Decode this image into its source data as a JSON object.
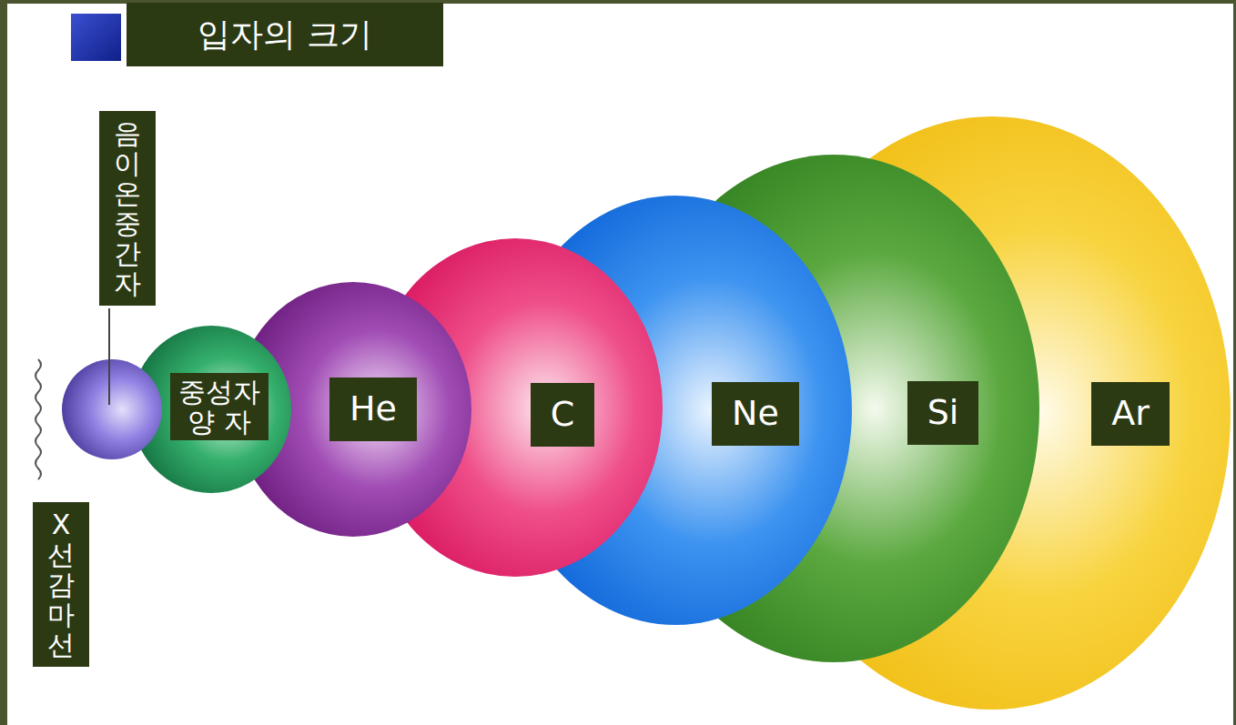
{
  "diagram": {
    "title": "입자의 크기",
    "nodes": [
      {
        "text": [
          "음이온중간자"
        ]
      },
      {
        "text": [
          "중성자 양 자"
        ]
      },
      {
        "text": [
          "He"
        ]
      },
      {
        "text": [
          "C"
        ]
      },
      {
        "text": [
          "Ne"
        ]
      },
      {
        "text": [
          "Si"
        ]
      },
      {
        "text": [
          "Ar"
        ]
      }
    ],
    "labels": [
      "X선 감마선"
    ]
  }
}
